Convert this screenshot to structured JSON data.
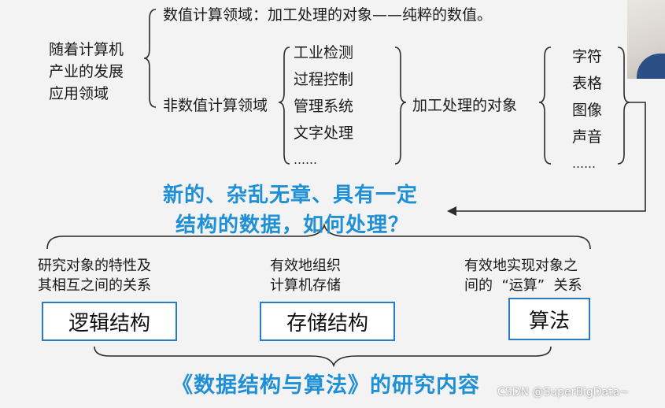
{
  "left_label": [
    "随着计算机",
    "产业的发展",
    "应用领域"
  ],
  "numeric": {
    "prefix": "数值计算领域：",
    "suffix": "加工处理的对象——纯粹的数值。"
  },
  "nonnumeric": {
    "label": "非数值计算领域",
    "items": [
      "工业检测",
      "过程控制",
      "管理系统",
      "文字处理",
      "……"
    ],
    "objects_label": "加工处理的对象",
    "objects": [
      "字符",
      "表格",
      "图像",
      "声音",
      "……"
    ]
  },
  "question": [
    "新的、杂乱无章、具有一定",
    "结构的数据，如何处理？"
  ],
  "research": [
    {
      "desc": [
        "研究对象的特性及",
        "其相互之间的关系"
      ],
      "box": "逻辑结构"
    },
    {
      "desc": [
        "有效地组织",
        "计算机存储"
      ],
      "box": "存储结构"
    },
    {
      "desc": [
        "有效地实现对象之",
        "间的  “运算”  关系"
      ],
      "box": "算法"
    }
  ],
  "footer": "《数据结构与算法》的研究内容",
  "watermark": "CSDN @SuperBigData~",
  "colors": {
    "accent_blue": "#1f8fd6",
    "box_border": "#2a7cc0",
    "background": "#f3f3f3"
  }
}
